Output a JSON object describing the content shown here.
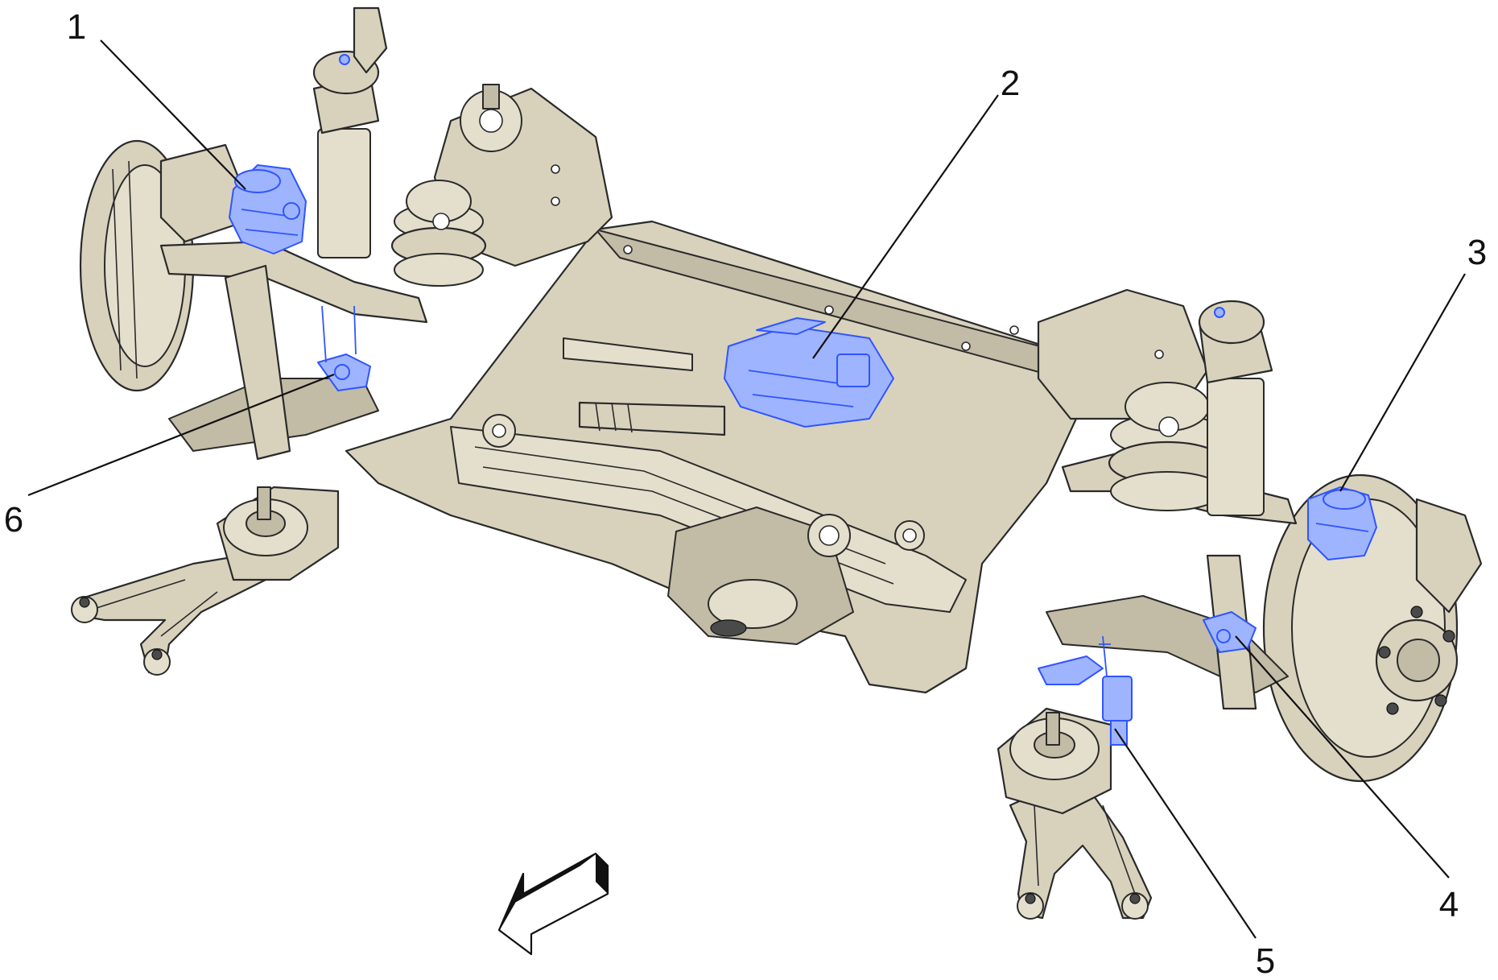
{
  "figure": {
    "callouts": [
      {
        "id": "1",
        "label": "1"
      },
      {
        "id": "2",
        "label": "2"
      },
      {
        "id": "3",
        "label": "3"
      },
      {
        "id": "4",
        "label": "4"
      },
      {
        "id": "5",
        "label": "5"
      },
      {
        "id": "6",
        "label": "6"
      }
    ],
    "colors": {
      "frame": "#d8d2bd",
      "highlight": "#9fb4ff",
      "highlight_stroke": "#2f55ff",
      "outline": "#2a2a2a"
    },
    "direction_arrow": "front-direction-arrow"
  }
}
